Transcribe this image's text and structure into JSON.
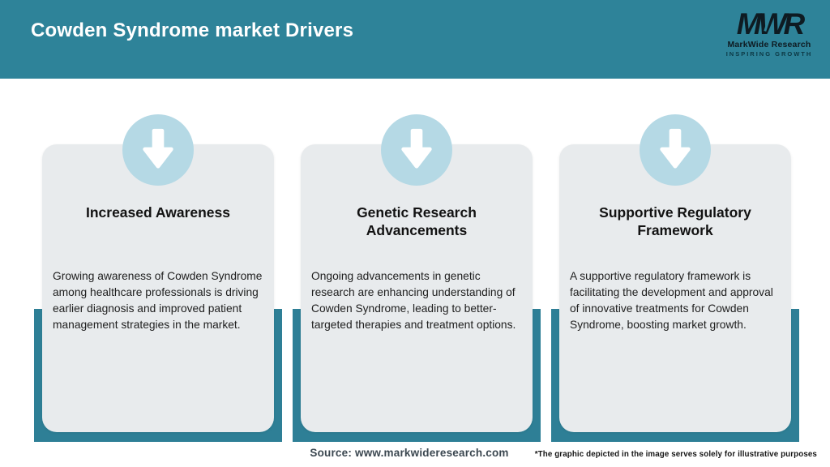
{
  "header": {
    "title": "Cowden Syndrome market Drivers"
  },
  "logo": {
    "monogram": "MWR",
    "name": "MarkWide Research",
    "tagline": "INSPIRING GROWTH"
  },
  "cards": [
    {
      "title": "Increased Awareness",
      "body": "Growing awareness of Cowden Syndrome among healthcare professionals is driving earlier diagnosis and improved patient management strategies in the market."
    },
    {
      "title": "Genetic Research Advancements",
      "body": "Ongoing advancements in genetic research are enhancing understanding of Cowden Syndrome, leading to better-targeted therapies and treatment options."
    },
    {
      "title": "Supportive Regulatory Framework",
      "body": "A supportive regulatory framework is facilitating the development and approval of innovative treatments for Cowden Syndrome, boosting market growth."
    }
  ],
  "footer": {
    "source": "Source: www.markwideresearch.com",
    "disclaimer": "*The graphic depicted in the image serves solely for illustrative purposes"
  },
  "colors": {
    "header_teal": "#2E8399",
    "band_teal": "#2E7F96",
    "circle_blue": "#B5D9E5",
    "card_gray": "#E8EBED",
    "logo_ink": "#0E1B22",
    "title_white": "#FFFFFF"
  }
}
